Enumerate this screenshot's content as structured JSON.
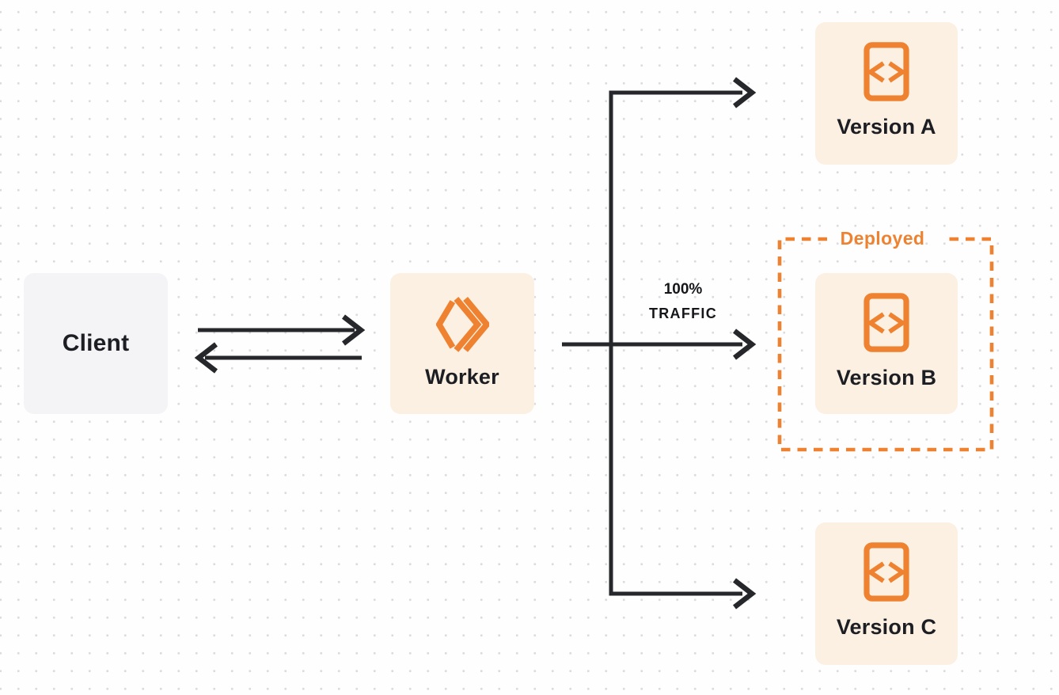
{
  "theme": {
    "canvas-bg": "#fefefe",
    "dot-color": "#dcdce0",
    "arrow-color": "#26272b",
    "orange": "#ee8230",
    "cream": "#fbf0e1",
    "gray-box": "#f4f4f6",
    "text-dark": "#1d1e23"
  },
  "nodes": {
    "client": {
      "label": "Client"
    },
    "worker": {
      "label": "Worker"
    },
    "version_a": {
      "label": "Version A"
    },
    "version_b": {
      "label": "Version B"
    },
    "version_c": {
      "label": "Version C"
    }
  },
  "annotations": {
    "deployed_label": "Deployed",
    "traffic_line1": "100%",
    "traffic_line2": "TRAFFIC"
  },
  "icons": {
    "worker_icon": "workers-logo-icon",
    "version_icon": "code-file-icon"
  }
}
